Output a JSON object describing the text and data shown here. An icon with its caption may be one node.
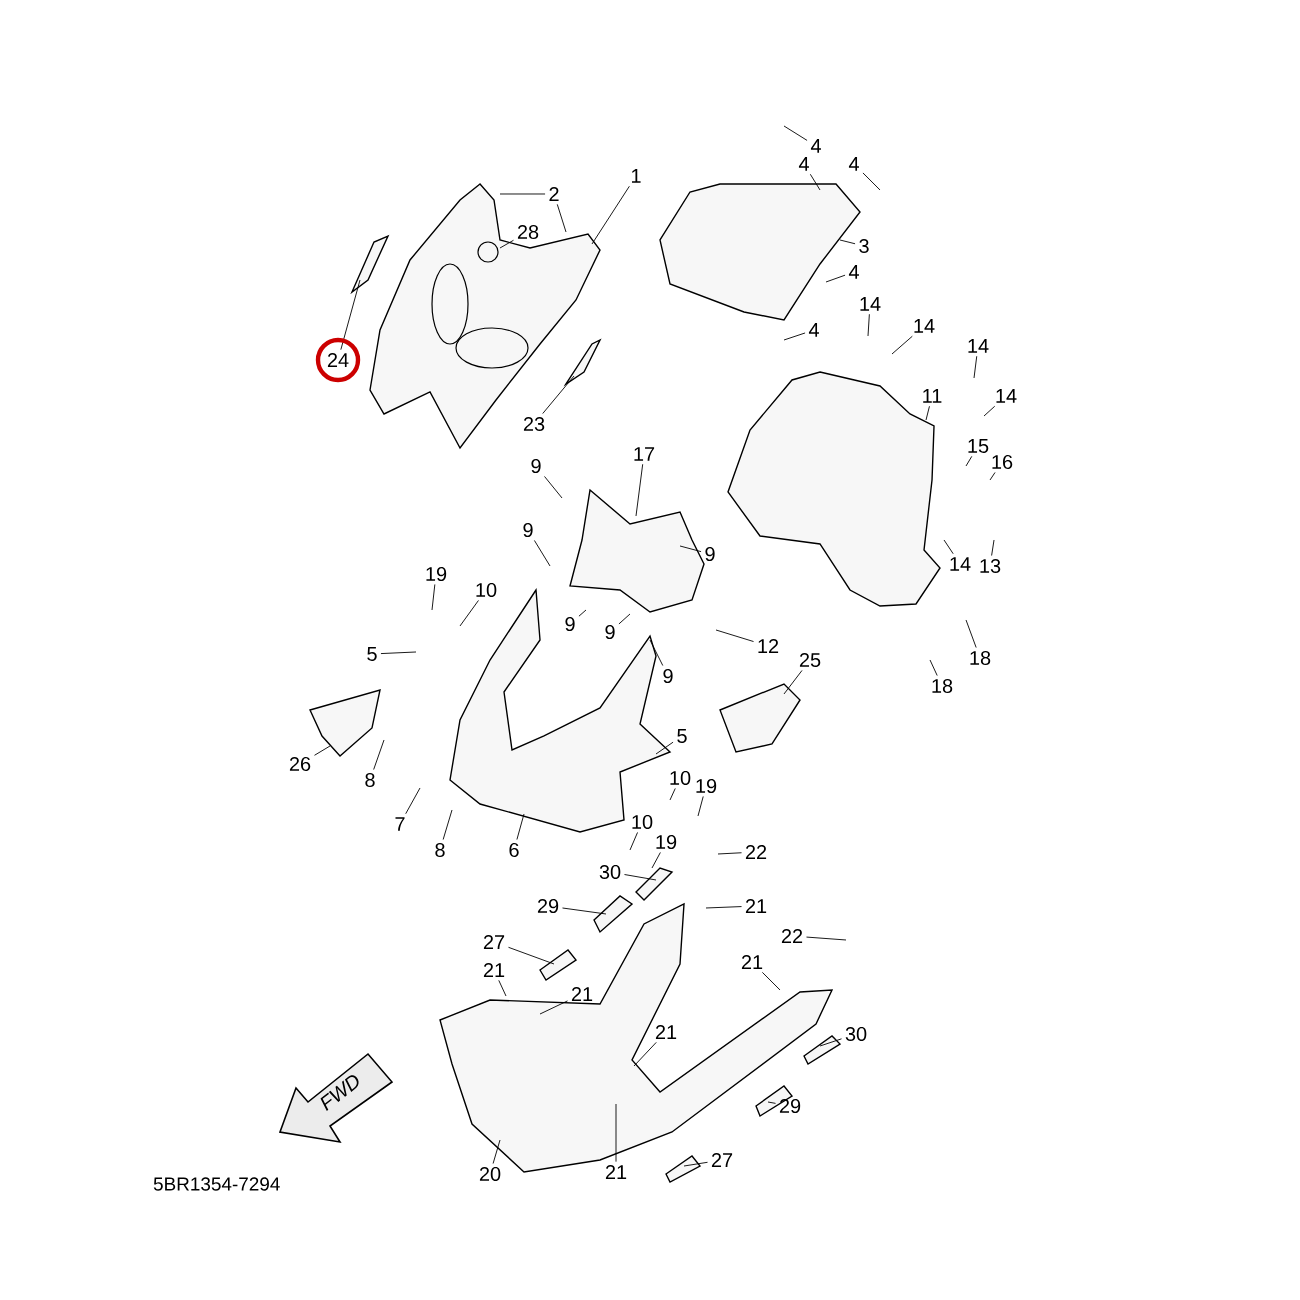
{
  "diagram": {
    "nodes": [
      {
        "text": [
          "1"
        ]
      },
      {
        "text": [
          "2"
        ]
      },
      {
        "text": [
          "28"
        ]
      },
      {
        "text": [
          "4"
        ]
      },
      {
        "text": [
          "4"
        ]
      },
      {
        "text": [
          "4"
        ]
      },
      {
        "text": [
          "3"
        ]
      },
      {
        "text": [
          "4"
        ]
      },
      {
        "text": [
          "4"
        ]
      },
      {
        "text": [
          "14"
        ]
      },
      {
        "text": [
          "14"
        ]
      },
      {
        "text": [
          "24"
        ]
      },
      {
        "text": [
          "23"
        ]
      },
      {
        "text": [
          "11"
        ]
      },
      {
        "text": [
          "14"
        ]
      },
      {
        "text": [
          "14"
        ]
      },
      {
        "text": [
          "15"
        ]
      },
      {
        "text": [
          "16"
        ]
      },
      {
        "text": [
          "17"
        ]
      },
      {
        "text": [
          "9"
        ]
      },
      {
        "text": [
          "9"
        ]
      },
      {
        "text": [
          "9"
        ]
      },
      {
        "text": [
          "14"
        ]
      },
      {
        "text": [
          "13"
        ]
      },
      {
        "text": [
          "19"
        ]
      },
      {
        "text": [
          "10"
        ]
      },
      {
        "text": [
          "9"
        ]
      },
      {
        "text": [
          "9"
        ]
      },
      {
        "text": [
          "12"
        ]
      },
      {
        "text": [
          "5"
        ]
      },
      {
        "text": [
          "18"
        ]
      },
      {
        "text": [
          "25"
        ]
      },
      {
        "text": [
          "9"
        ]
      },
      {
        "text": [
          "18"
        ]
      },
      {
        "text": [
          "5"
        ]
      },
      {
        "text": [
          "26"
        ]
      },
      {
        "text": [
          "8"
        ]
      },
      {
        "text": [
          "10"
        ]
      },
      {
        "text": [
          "19"
        ]
      },
      {
        "text": [
          "7"
        ]
      },
      {
        "text": [
          "10"
        ]
      },
      {
        "text": [
          "19"
        ]
      },
      {
        "text": [
          "8"
        ]
      },
      {
        "text": [
          "6"
        ]
      },
      {
        "text": [
          "22"
        ]
      },
      {
        "text": [
          "30"
        ]
      },
      {
        "text": [
          "21"
        ]
      },
      {
        "text": [
          "29"
        ]
      },
      {
        "text": [
          "22"
        ]
      },
      {
        "text": [
          "27"
        ]
      },
      {
        "text": [
          "21"
        ]
      },
      {
        "text": [
          "21"
        ]
      },
      {
        "text": [
          "21"
        ]
      },
      {
        "text": [
          "21"
        ]
      },
      {
        "text": [
          "30"
        ]
      },
      {
        "text": [
          "29"
        ]
      },
      {
        "text": [
          "27"
        ]
      },
      {
        "text": [
          "20"
        ]
      },
      {
        "text": [
          "21"
        ]
      },
      {
        "text": [],
        "shape": "picture"
      },
      {
        "text": [],
        "shape": "picture"
      },
      {
        "text": [],
        "shape": "picture"
      },
      {
        "text": [],
        "shape": "picture"
      },
      {
        "text": [],
        "shape": "picture"
      },
      {
        "text": [],
        "shape": "picture"
      },
      {
        "text": [],
        "shape": "picture"
      },
      {
        "text": [],
        "shape": "picture"
      },
      {
        "text": [],
        "shape": "picture"
      },
      {
        "text": [],
        "shape": "picture"
      },
      {
        "text": [],
        "shape": "picture"
      },
      {
        "text": [],
        "shape": "picture"
      },
      {
        "text": [],
        "shape": "picture"
      },
      {
        "text": [],
        "shape": "picture"
      },
      {
        "text": [],
        "shape": "picture"
      },
      {
        "text": [],
        "shape": "picture"
      }
    ],
    "edges": [
      {
        "from": 0,
        "to": 59,
        "arrow": "none"
      },
      {
        "from": 1,
        "to": 59,
        "arrow": "none"
      },
      {
        "from": 1,
        "to": null,
        "arrow": "none"
      },
      {
        "from": 2,
        "to": null,
        "arrow": "none"
      },
      {
        "from": 3,
        "to": null,
        "arrow": "none"
      },
      {
        "from": 4,
        "to": 62,
        "arrow": "none"
      },
      {
        "from": 5,
        "to": null,
        "arrow": "none"
      },
      {
        "from": 6,
        "to": 62,
        "arrow": "none"
      },
      {
        "from": 7,
        "to": null,
        "arrow": "none"
      },
      {
        "from": 8,
        "to": null,
        "arrow": "none"
      },
      {
        "from": 9,
        "to": null,
        "arrow": "none"
      },
      {
        "from": 10,
        "to": null,
        "arrow": "none"
      },
      {
        "from": 11,
        "to": 60,
        "arrow": "none"
      },
      {
        "from": 12,
        "to": 61,
        "arrow": "none"
      },
      {
        "from": 13,
        "to": 63,
        "arrow": "none"
      },
      {
        "from": 14,
        "to": null,
        "arrow": "none"
      },
      {
        "from": 15,
        "to": null,
        "arrow": "none"
      },
      {
        "from": 16,
        "to": null,
        "arrow": "none"
      },
      {
        "from": 17,
        "to": null,
        "arrow": "none"
      },
      {
        "from": 18,
        "to": 64,
        "arrow": "none"
      },
      {
        "from": 19,
        "to": null,
        "arrow": "none"
      },
      {
        "from": 20,
        "to": null,
        "arrow": "none"
      },
      {
        "from": 21,
        "to": 64,
        "arrow": "none"
      },
      {
        "from": 22,
        "to": null,
        "arrow": "none"
      },
      {
        "from": 23,
        "to": null,
        "arrow": "none"
      },
      {
        "from": 24,
        "to": null,
        "arrow": "none"
      },
      {
        "from": 25,
        "to": null,
        "arrow": "none"
      },
      {
        "from": 26,
        "to": null,
        "arrow": "none"
      },
      {
        "from": 27,
        "to": null,
        "arrow": "none"
      },
      {
        "from": 28,
        "to": null,
        "arrow": "none"
      },
      {
        "from": 29,
        "to": null,
        "arrow": "none"
      },
      {
        "from": 30,
        "to": null,
        "arrow": "none"
      },
      {
        "from": 31,
        "to": 67,
        "arrow": "none"
      },
      {
        "from": 32,
        "to": 65,
        "arrow": "none"
      },
      {
        "from": 33,
        "to": null,
        "arrow": "none"
      },
      {
        "from": 34,
        "to": 65,
        "arrow": "none"
      },
      {
        "from": 35,
        "to": 66,
        "arrow": "none"
      },
      {
        "from": 36,
        "to": null,
        "arrow": "none"
      },
      {
        "from": 37,
        "to": null,
        "arrow": "none"
      },
      {
        "from": 38,
        "to": null,
        "arrow": "none"
      },
      {
        "from": 39,
        "to": null,
        "arrow": "none"
      },
      {
        "from": 40,
        "to": null,
        "arrow": "none"
      },
      {
        "from": 41,
        "to": null,
        "arrow": "none"
      },
      {
        "from": 42,
        "to": null,
        "arrow": "none"
      },
      {
        "from": 43,
        "to": 65,
        "arrow": "none"
      },
      {
        "from": 44,
        "to": null,
        "arrow": "none"
      },
      {
        "from": 45,
        "to": 69,
        "arrow": "none"
      },
      {
        "from": 46,
        "to": null,
        "arrow": "none"
      },
      {
        "from": 47,
        "to": 70,
        "arrow": "none"
      },
      {
        "from": 48,
        "to": null,
        "arrow": "none"
      },
      {
        "from": 49,
        "to": 71,
        "arrow": "none"
      },
      {
        "from": 50,
        "to": null,
        "arrow": "none"
      },
      {
        "from": 51,
        "to": null,
        "arrow": "none"
      },
      {
        "from": 52,
        "to": 68,
        "arrow": "none"
      },
      {
        "from": 53,
        "to": 68,
        "arrow": "none"
      },
      {
        "from": 54,
        "to": 72,
        "arrow": "none"
      },
      {
        "from": 55,
        "to": 73,
        "arrow": "none"
      },
      {
        "from": 56,
        "to": 74,
        "arrow": "none"
      },
      {
        "from": 57,
        "to": 68,
        "arrow": "none"
      },
      {
        "from": 58,
        "to": 68,
        "arrow": "none"
      }
    ],
    "labels": [
      "FWD",
      "5BR1354-7294"
    ]
  }
}
